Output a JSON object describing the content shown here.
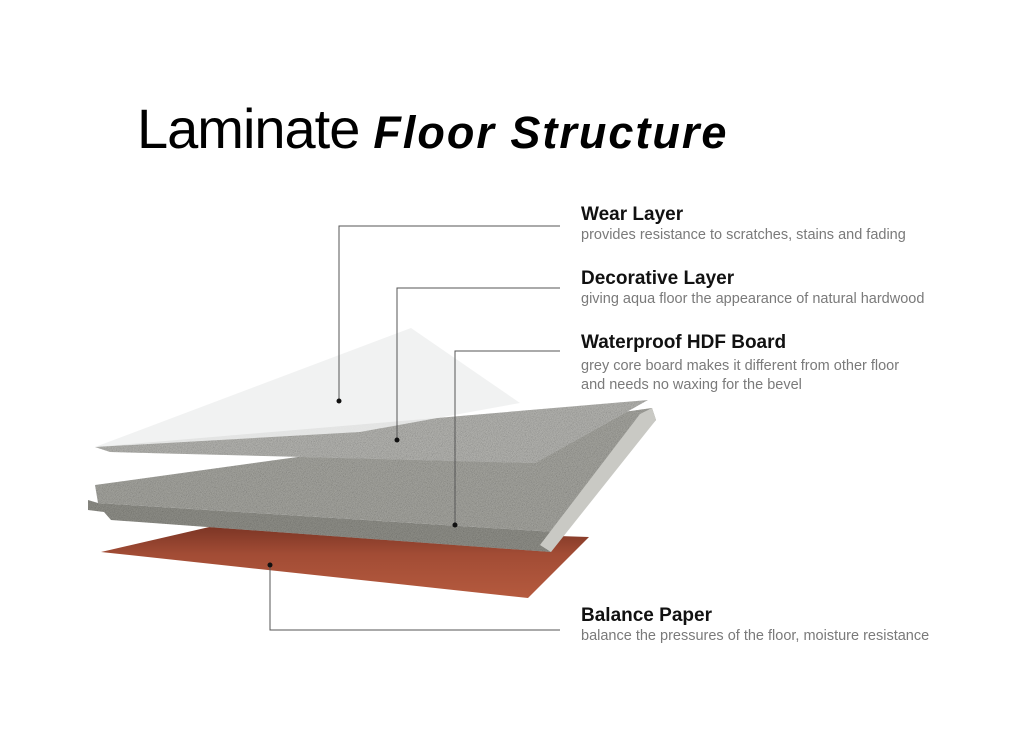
{
  "title": {
    "part1": "Laminate",
    "part2": "Floor Structure"
  },
  "layers": [
    {
      "name": "Wear Layer",
      "description": [
        "provides resistance to scratches, stains and fading"
      ]
    },
    {
      "name": "Decorative Layer",
      "description": [
        "giving aqua floor the appearance of natural hardwood"
      ]
    },
    {
      "name": "Waterproof HDF Board",
      "description": [
        "grey core board makes it different from other floor",
        "and needs no waxing for the bevel"
      ]
    },
    {
      "name": "Balance Paper",
      "description": [
        "balance the pressures of the floor, moisture resistance"
      ]
    }
  ],
  "colors": {
    "wear": "#eef0f0",
    "decorative": "#b9b9b5",
    "board_top": "#a9a9a3",
    "board_front": "#93938d",
    "balance": "#a24c35"
  }
}
